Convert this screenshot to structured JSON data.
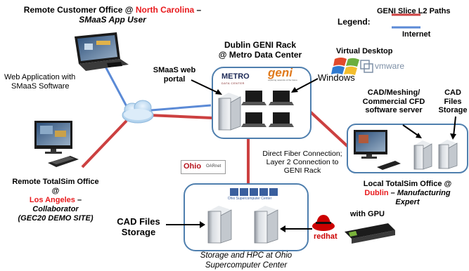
{
  "legend": {
    "title": "Legend:",
    "geni_label": "GENI Slice L2 Paths",
    "internet_label": "Internet",
    "geni_color": "#cc4040",
    "internet_color": "#5b8ad6"
  },
  "remote_customer": {
    "line1_prefix": "Remote Customer Office @ ",
    "line1_city": "North Carolina",
    "line1_suffix": " –",
    "line2": "SMaaS App User"
  },
  "web_app": {
    "line1": "Web Application with",
    "line2": "SMaaS Software"
  },
  "dublin_rack": {
    "line1": "Dublin GENI Rack",
    "line2": "@ Metro Data Center"
  },
  "smaas_portal": {
    "line1": "SMaaS web",
    "line2": "portal"
  },
  "metro_logo": {
    "metro": "METRO",
    "metro_sub": "DATA CENTER",
    "geni": "geni",
    "geni_sub": "exploring networks of the future"
  },
  "virtual_desktop": {
    "title": "Virtual Desktop",
    "windows": "Windows",
    "vmware": "vmware"
  },
  "cfd_server": {
    "line1": "CAD/Meshing/",
    "line2": "Commercial CFD",
    "line3": "software server"
  },
  "cad_storage_right": {
    "line1": "CAD",
    "line2": "Files",
    "line3": "Storage"
  },
  "fiber": {
    "line1": "Direct Fiber Connection;",
    "line2": "Layer 2 Connection to",
    "line3": "GENI Rack"
  },
  "ohio_logo": {
    "ohio": "Ohio",
    "oar": "OARnet"
  },
  "remote_totalsim": {
    "line1": "Remote TotalSim Office",
    "line2": "@",
    "line3": "Los Angeles",
    "line3_suffix": " –",
    "line4": "Collaborator",
    "line5": "(GEC20 DEMO SITE)"
  },
  "local_totalsim": {
    "line1": "Local TotalSim Office @",
    "line2_city": "Dublin",
    "line2_suffix": " – Manufacturing",
    "line3": "Expert"
  },
  "osc": {
    "header": "Ohio Supercomputer Center",
    "caption1": "Storage and HPC at Ohio",
    "caption2": "Supercomputer Center"
  },
  "cad_storage_left": {
    "line1": "CAD Files",
    "line2": "Storage"
  },
  "redhat": {
    "text": "redhat"
  },
  "gpu": {
    "label": "with GPU"
  }
}
